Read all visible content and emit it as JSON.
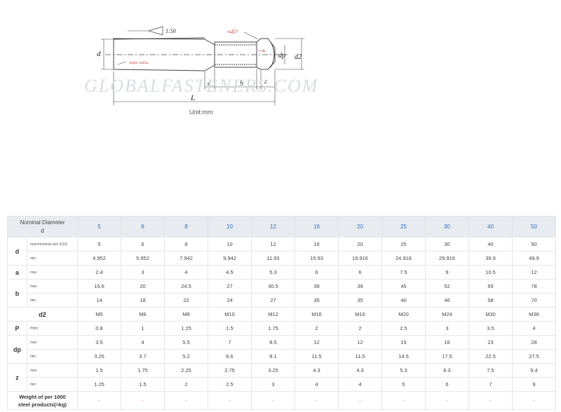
{
  "drawing": {
    "taper": "1:50",
    "angle": "≈45°",
    "radius_note": "slight radius",
    "dp_note": "≈≈dp",
    "labels": {
      "d": "d",
      "dp": "dp",
      "d2": "d2",
      "a": "a",
      "b": "b",
      "z": "z",
      "L": "L"
    },
    "watermark": "GLOBALFASTENERS.COM",
    "unit": "Unit:mm"
  },
  "table": {
    "header_label_1": "Nominal Diameter",
    "header_label_2": "d",
    "sizes": [
      "5",
      "6",
      "8",
      "10",
      "12",
      "16",
      "20",
      "25",
      "30",
      "40",
      "50"
    ],
    "rows": [
      {
        "param": "d",
        "sub": "max=nominal size (h10)",
        "values": [
          "5",
          "6",
          "8",
          "10",
          "12",
          "16",
          "20",
          "25",
          "30",
          "40",
          "50"
        ]
      },
      {
        "param": "",
        "sub": "min",
        "values": [
          "4.952",
          "5.952",
          "7.942",
          "9.942",
          "11.93",
          "15.93",
          "19.916",
          "24.916",
          "29.916",
          "39.9",
          "49.9"
        ]
      },
      {
        "param": "a",
        "sub": "max",
        "values": [
          "2.4",
          "3",
          "4",
          "4.5",
          "5.3",
          "6",
          "6",
          "7.5",
          "9",
          "10.5",
          "12"
        ]
      },
      {
        "param": "b",
        "sub": "max",
        "values": [
          "15.6",
          "20",
          "24.5",
          "27",
          "30.5",
          "39",
          "39",
          "45",
          "52",
          "65",
          "78"
        ]
      },
      {
        "param": "",
        "sub": "min",
        "values": [
          "14",
          "18",
          "22",
          "24",
          "27",
          "35",
          "35",
          "40",
          "46",
          "58",
          "70"
        ]
      },
      {
        "param": "d2",
        "sub": "",
        "values": [
          "M5",
          "M6",
          "M8",
          "M10",
          "M12",
          "M16",
          "M16",
          "M20",
          "M24",
          "M30",
          "M36"
        ]
      },
      {
        "param": "P",
        "sub": "Pitch",
        "values": [
          "0.8",
          "1",
          "1.25",
          "1.5",
          "1.75",
          "2",
          "2",
          "2.5",
          "3",
          "3.5",
          "4"
        ]
      },
      {
        "param": "dp",
        "sub": "max",
        "values": [
          "3.5",
          "4",
          "5.5",
          "7",
          "8.5",
          "12",
          "12",
          "15",
          "18",
          "23",
          "28"
        ]
      },
      {
        "param": "",
        "sub": "min",
        "values": [
          "3.25",
          "3.7",
          "5.2",
          "6.6",
          "8.1",
          "11.5",
          "11.5",
          "14.5",
          "17.5",
          "22.5",
          "27.5"
        ]
      },
      {
        "param": "z",
        "sub": "max",
        "values": [
          "1.5",
          "1.75",
          "2.25",
          "2.75",
          "3.25",
          "4.3",
          "4.3",
          "5.3",
          "6.3",
          "7.5",
          "9.4"
        ]
      },
      {
        "param": "",
        "sub": "min",
        "values": [
          "1.25",
          "1.5",
          "2",
          "2.5",
          "3",
          "4",
          "4",
          "5",
          "6",
          "7",
          "9"
        ]
      }
    ],
    "weight_label_1": "Weight of per 1000",
    "weight_label_2": "steel products(≈kg)",
    "weight_values": [
      "-",
      "-",
      "-",
      "-",
      "-",
      "-",
      "-",
      "-",
      "-",
      "-",
      "-"
    ]
  }
}
